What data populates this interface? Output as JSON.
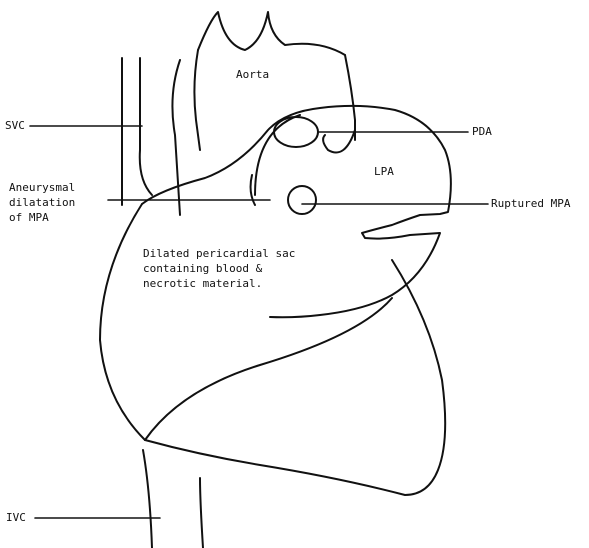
{
  "labels": {
    "aorta": "Aorta",
    "svc": "SVC",
    "pda": "PDA",
    "lpa": "LPA",
    "aneurysm_line1": "Aneurysmal",
    "aneurysm_line2": "dilatation",
    "aneurysm_line3": "of MPA",
    "ruptured_mpa": "Ruptured MPA",
    "sac_line1": "Dilated pericardial sac",
    "sac_line2": "containing blood &",
    "sac_line3": "necrotic material.",
    "ivc": "IVC"
  },
  "colors": {
    "ink": "#111111",
    "background": "#ffffff"
  }
}
